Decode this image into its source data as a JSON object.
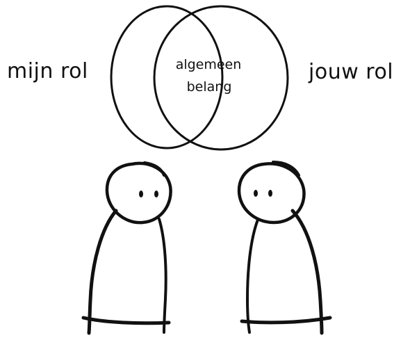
{
  "diagram": {
    "left_label": "mijn rol",
    "right_label": "jouw rol",
    "overlap_label_line1": "algemeen",
    "overlap_label_line2": "belang",
    "ink_color": "#111111",
    "background_color": "#ffffff",
    "figures": [
      {
        "name": "left-person"
      },
      {
        "name": "right-person"
      }
    ]
  }
}
